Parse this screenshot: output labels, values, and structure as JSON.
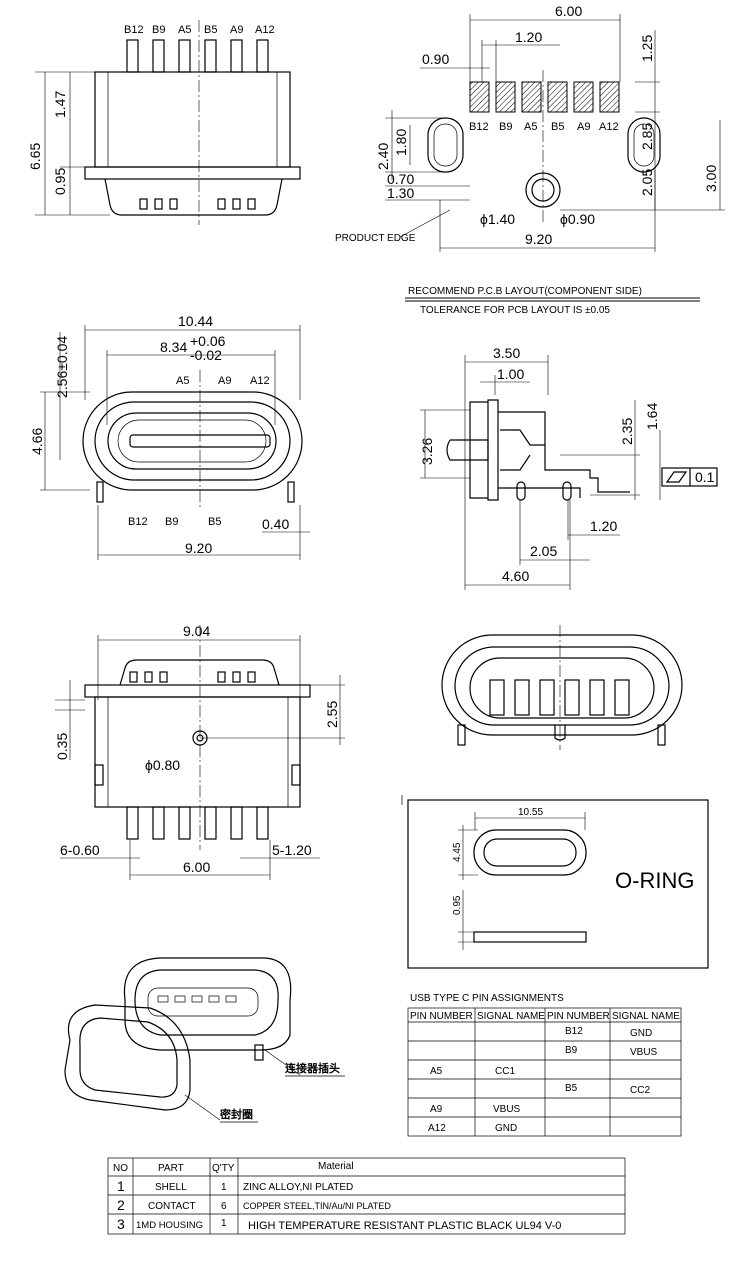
{
  "top_view": {
    "pin_labels": [
      "B12",
      "B9",
      "A5",
      "B5",
      "A9",
      "A12"
    ],
    "dims": {
      "total_height": "6.65",
      "upper": "1.47",
      "lower": "0.95"
    }
  },
  "pcb_layout": {
    "pad_labels": [
      "B12",
      "B9",
      "A5",
      "B5",
      "A9",
      "A12"
    ],
    "dims": {
      "width": "6.00",
      "pitch": "1.20",
      "pad_width": "0.90",
      "pad_height": "1.25",
      "slot_height": "2.40",
      "slot_inner": "1.80",
      "slot_w": "0.70",
      "slot_offset": "1.30",
      "hole_outer": "ϕ1.40",
      "hole_inner": "ϕ0.90",
      "span": "9.20",
      "dim_2_85": "2.85",
      "dim_2_05": "2.05",
      "dim_3_00": "3.00"
    },
    "product_edge": "PRODUCT EDGE",
    "title": "RECOMMEND P.C.B LAYOUT(COMPONENT SIDE)",
    "tolerance": "TOLERANCE FOR PCB LAYOUT IS ±0.05"
  },
  "front_view": {
    "top_labels": [
      "A5",
      "A9",
      "A12"
    ],
    "bottom_labels": [
      "B12",
      "B9",
      "B5"
    ],
    "dims": {
      "outer": "10.44",
      "inner": "8.34",
      "tol_plus": "+0.06",
      "tol_minus": "-0.02",
      "opening": "2.56±0.04",
      "height": "4.66",
      "pin": "0.40",
      "span": "9.20"
    }
  },
  "side_view": {
    "dims": {
      "d350": "3.50",
      "d100": "1.00",
      "d235": "2.35",
      "d164": "1.64",
      "d326": "3.26",
      "d120": "1.20",
      "d205": "2.05",
      "d460": "4.60",
      "flatness": "0.1"
    }
  },
  "bottom_view": {
    "dims": {
      "width": "9.04",
      "d255": "2.55",
      "d035": "0.35",
      "hole": "ϕ0.80",
      "pins_a": "6-0.60",
      "pins_b": "5-1.20",
      "span": "6.00"
    }
  },
  "oring": {
    "label": "O-RING",
    "width": "10.55",
    "height": "4.45",
    "thickness": "0.95"
  },
  "photo_labels": {
    "connector": "连接器插头",
    "seal": "密封圈"
  },
  "pin_table": {
    "title": "USB TYPE C PIN ASSIGNMENTS",
    "headers": [
      "PIN NUMBER",
      "SIGNAL NAME",
      "PIN NUMBER",
      "SIGNAL NAME"
    ],
    "rows": [
      [
        "",
        "",
        "B12",
        "GND"
      ],
      [
        "",
        "",
        "B9",
        "VBUS"
      ],
      [
        "A5",
        "CC1",
        "",
        ""
      ],
      [
        "",
        "",
        "B5",
        "CC2"
      ],
      [
        "A9",
        "VBUS",
        "",
        ""
      ],
      [
        "A12",
        "GND",
        "",
        ""
      ]
    ]
  },
  "bom_table": {
    "headers": [
      "NO",
      "PART",
      "Q'TY",
      "Material"
    ],
    "rows": [
      [
        "1",
        "SHELL",
        "1",
        "ZINC ALLOY,NI PLATED"
      ],
      [
        "2",
        "CONTACT",
        "6",
        "COPPER STEEL,TIN/Au/NI PLATED"
      ],
      [
        "3",
        "1MD HOUSING",
        "1",
        "HIGH TEMPERATURE RESISTANT PLASTIC BLACK UL94 V-0"
      ]
    ]
  }
}
